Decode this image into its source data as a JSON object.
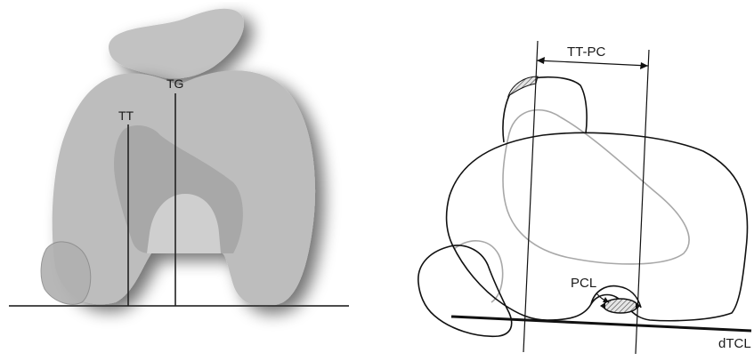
{
  "left_panel": {
    "labels": {
      "tt": "TT",
      "tg": "TG"
    }
  },
  "right_panel": {
    "labels": {
      "tt_pc": "TT-PC",
      "pcl": "PCL",
      "dtcl": "dTCL"
    }
  },
  "colors": {
    "bone_fill": "#bdbdbd",
    "overlap_fill": "#a3a3a3",
    "outline": "#111111",
    "ghost_outline": "#a8a8a8"
  }
}
